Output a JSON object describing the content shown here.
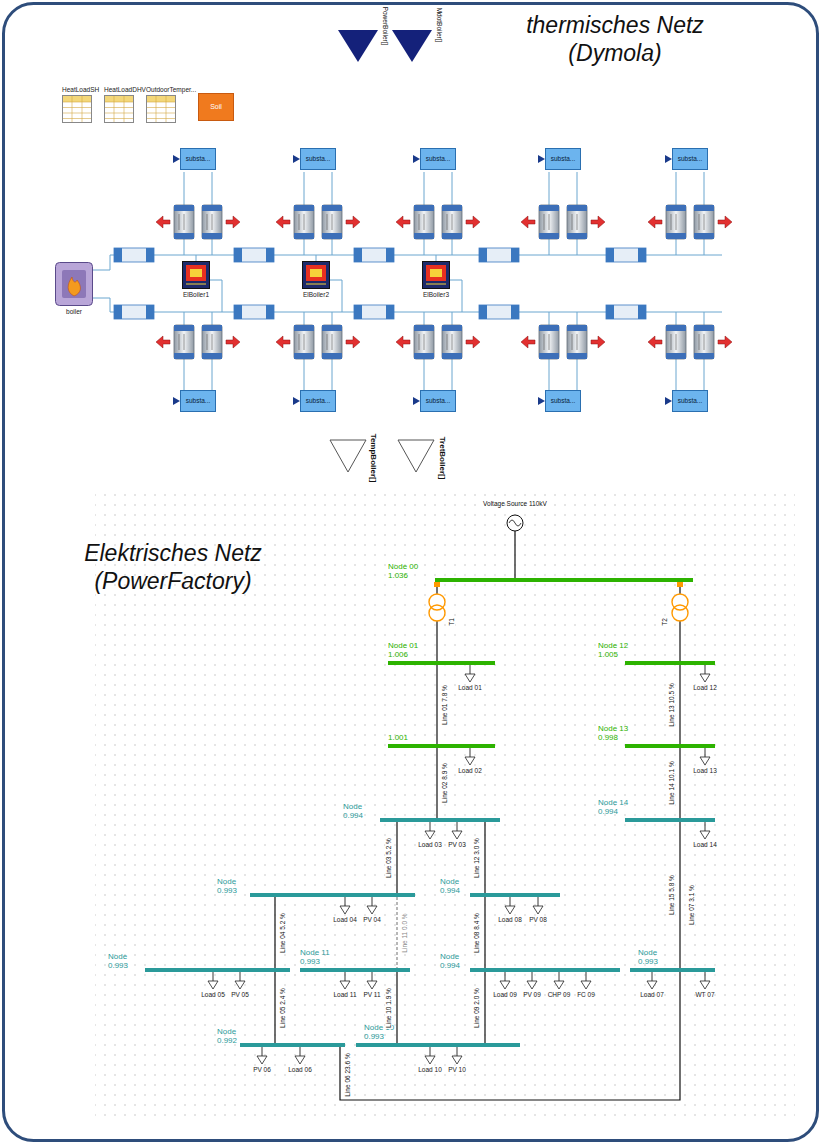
{
  "diagram": {
    "nodes": [
      {
        "text": [
          "HeatLoadSH"
        ]
      },
      {
        "text": [
          "HeatLoadDHV"
        ]
      },
      {
        "text": [
          "OutdoorTemper..."
        ]
      },
      {
        "text": [
          "Soil"
        ]
      },
      {
        "text": [
          "substa..."
        ]
      },
      {
        "text": [
          "substa..."
        ]
      },
      {
        "text": [
          "substa..."
        ]
      },
      {
        "text": [
          "substa..."
        ]
      },
      {
        "text": [
          "substa..."
        ]
      },
      {
        "text": [
          "boiler"
        ]
      },
      {
        "text": [
          "ElBoiler1"
        ]
      },
      {
        "text": [
          "ElBoiler2"
        ]
      },
      {
        "text": [
          "ElBoiler3"
        ]
      },
      {
        "text": [
          "substa..."
        ]
      },
      {
        "text": [
          "substa..."
        ]
      },
      {
        "text": [
          "substa..."
        ]
      },
      {
        "text": [
          "substa..."
        ]
      },
      {
        "text": [
          "substa..."
        ]
      },
      {
        "text": [
          "Node 00",
          "1.036"
        ]
      },
      {
        "text": [
          "Node 01",
          "1.006"
        ]
      },
      {
        "text": [
          "Node 12",
          "1.005"
        ]
      },
      {
        "text": [
          "1.001"
        ]
      },
      {
        "text": [
          "Node 13",
          "0.998"
        ]
      },
      {
        "text": [
          "Node",
          "0.994"
        ]
      },
      {
        "text": [
          "Node 14",
          "0.994"
        ]
      },
      {
        "text": [
          "Node",
          "0.993"
        ]
      },
      {
        "text": [
          "Node",
          "0.994"
        ]
      },
      {
        "text": [
          "Node",
          "0.993"
        ]
      },
      {
        "text": [
          "Node 11",
          "0.993"
        ]
      },
      {
        "text": [
          "Node",
          "0.994"
        ]
      },
      {
        "text": [
          "Node",
          "0.993"
        ]
      },
      {
        "text": [
          "Node",
          "0.992"
        ]
      },
      {
        "text": [
          "Node 10",
          "0.993"
        ]
      }
    ],
    "edges": [
      {
        "from": 18,
        "to": 19,
        "arrow": "none",
        "label": "T1"
      },
      {
        "from": 18,
        "to": 20,
        "arrow": "none",
        "label": "T2"
      },
      {
        "from": 19,
        "to": 21,
        "arrow": "none",
        "label": "Line 01 7.8 %"
      },
      {
        "from": 20,
        "to": 22,
        "arrow": "none",
        "label": "Line 13 10.5 %"
      },
      {
        "from": 21,
        "to": 23,
        "arrow": "none",
        "label": "Line 02 8.9 %"
      },
      {
        "from": 22,
        "to": 24,
        "arrow": "none",
        "label": "Line 14 10.1 %"
      },
      {
        "from": 23,
        "to": 25,
        "arrow": "none",
        "label": "Line 03 5.2 %"
      },
      {
        "from": 23,
        "to": 26,
        "arrow": "none",
        "label": "Line 12 3.0 %"
      },
      {
        "from": 24,
        "to": 30,
        "arrow": "none",
        "label": "Line 15 5.8 %"
      },
      {
        "from": 25,
        "to": 27,
        "arrow": "none",
        "label": "Line 04 5.2 %"
      },
      {
        "from": 25,
        "to": 28,
        "arrow": "none",
        "label": "Line 11 0.0 %"
      },
      {
        "from": 26,
        "to": 29,
        "arrow": "none",
        "label": "Line 08 8.4 %"
      },
      {
        "from": 27,
        "to": 31,
        "arrow": "none",
        "label": "Line 05 2.4 %"
      },
      {
        "from": 28,
        "to": 32,
        "arrow": "none",
        "label": "Line 10 1.9 %"
      },
      {
        "from": 29,
        "to": 32,
        "arrow": "none",
        "label": "Line 09 2.0 %"
      },
      {
        "from": 31,
        "to": 30,
        "arrow": "none",
        "label": "Line 06 23.6 %"
      }
    ],
    "labels": [
      "thermisches Netz (Dymola)",
      "PowerBoiler[]",
      "MdotBoiler[]",
      "TempBoiler[]",
      "TretBoiler[]",
      "Elektrisches Netz (PowerFactory)",
      "Voltage Source 110kV",
      "Line 07 3.1 %",
      "Load 01",
      "Load 12",
      "Load 02",
      "Load 13",
      "Load 03",
      "PV 03",
      "Load 14",
      "Load 04",
      "PV 04",
      "Load 08",
      "PV 08",
      "Load 05",
      "PV 05",
      "Load 11",
      "PV 11",
      "Load 09",
      "PV 09",
      "CHP 09",
      "FC 09",
      "Load 07",
      "WT 07",
      "PV 06",
      "Load 06",
      "Load 10",
      "PV 10"
    ]
  }
}
